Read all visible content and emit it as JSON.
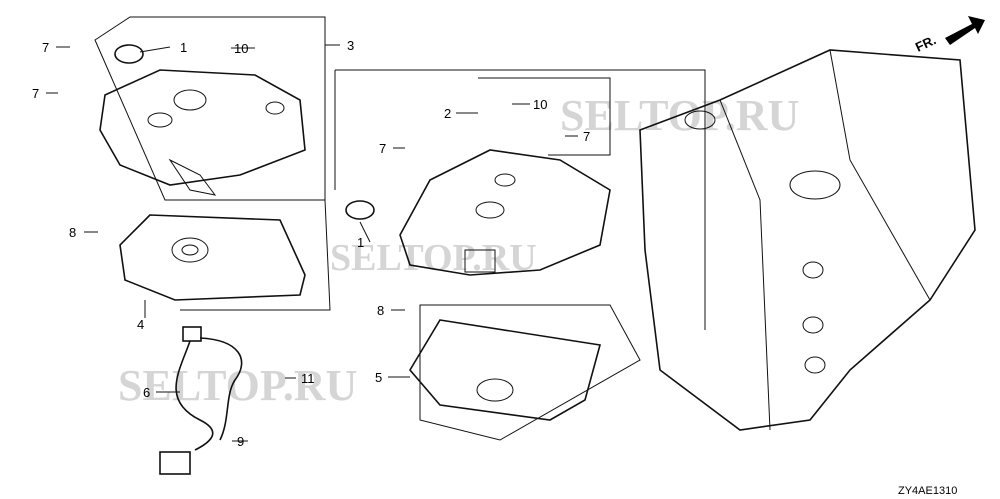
{
  "diagram": {
    "code": "ZY4AE1310",
    "direction_label": "FR.",
    "watermark": "SELTOP.RU",
    "callouts": [
      {
        "id": "c7a",
        "label": "7"
      },
      {
        "id": "c1a",
        "label": "1"
      },
      {
        "id": "c10a",
        "label": "10"
      },
      {
        "id": "c3",
        "label": "3"
      },
      {
        "id": "c7b",
        "label": "7"
      },
      {
        "id": "c8a",
        "label": "8"
      },
      {
        "id": "c4",
        "label": "4"
      },
      {
        "id": "c6",
        "label": "6"
      },
      {
        "id": "c11",
        "label": "11"
      },
      {
        "id": "c9",
        "label": "9"
      },
      {
        "id": "c2",
        "label": "2"
      },
      {
        "id": "c10b",
        "label": "10"
      },
      {
        "id": "c7c",
        "label": "7"
      },
      {
        "id": "c7d",
        "label": "7"
      },
      {
        "id": "c1b",
        "label": "1"
      },
      {
        "id": "c8b",
        "label": "8"
      },
      {
        "id": "c5",
        "label": "5"
      }
    ]
  }
}
